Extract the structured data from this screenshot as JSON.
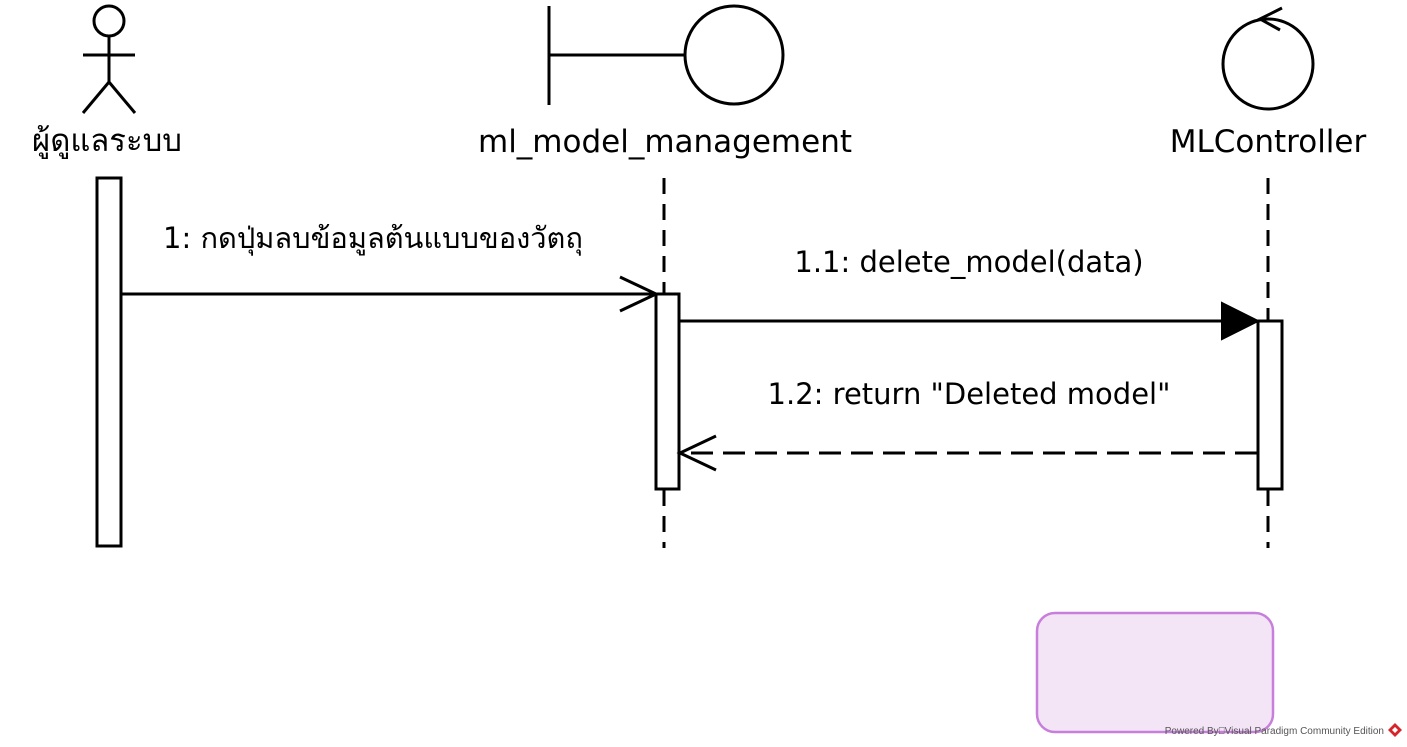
{
  "participants": {
    "actor": {
      "name": "ผู้ดูแลระบบ",
      "type": "actor"
    },
    "boundary": {
      "name": "ml_model_management",
      "type": "boundary"
    },
    "control": {
      "name": "MLController",
      "type": "control"
    }
  },
  "messages": [
    {
      "label": "1: กดปุ่มลบข้อมูลต้นแบบของวัตถุ",
      "from": "ผู้ดูแลระบบ",
      "to": "ml_model_management",
      "kind": "asynchronous"
    },
    {
      "label": "1.1: delete_model(data)",
      "from": "ml_model_management",
      "to": "MLController",
      "kind": "synchronous"
    },
    {
      "label": "1.2: return \"Deleted model\"",
      "from": "MLController",
      "to": "ml_model_management",
      "kind": "return"
    }
  ],
  "note": {
    "text": ""
  },
  "watermark": {
    "text": "Powered By⎕Visual Paradigm Community Edition"
  },
  "colors": {
    "stroke": "#000000",
    "note_fill": "#f3e5f6",
    "note_border": "#c77fdb",
    "watermark_icon": "#d6242a"
  }
}
